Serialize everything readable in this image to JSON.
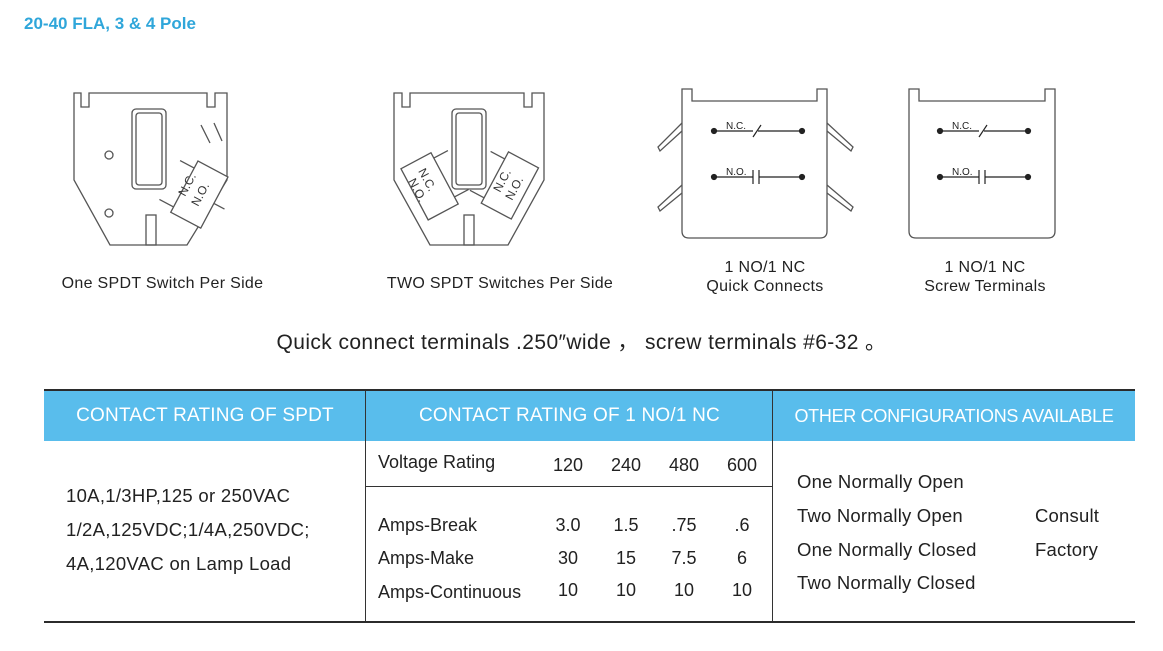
{
  "header": {
    "title": "20-40 FLA, 3 & 4 Pole"
  },
  "diagrams": [
    {
      "caption": "One SPDT Switch Per Side",
      "switch_labels": [
        "N.C.",
        "N.O."
      ]
    },
    {
      "caption": "TWO SPDT Switches Per Side",
      "switch_labels": [
        "N.C.",
        "N.O."
      ]
    },
    {
      "caption_lines": [
        "1 NO/1 NC",
        "Quick Connects"
      ],
      "contact_labels": [
        "N.C.",
        "N.O."
      ]
    },
    {
      "caption_lines": [
        "1 NO/1 NC",
        "Screw Terminals"
      ],
      "contact_labels": [
        "N.C.",
        "N.O."
      ]
    }
  ],
  "note": "Quick connect terminals .250″wide ， screw terminals #6-32 。",
  "table": {
    "headers": [
      "CONTACT RATING OF SPDT",
      "CONTACT RATING OF 1 NO/1 NC",
      "OTHER CONFIGURATIONS AVAILABLE"
    ],
    "spdt_lines": [
      "10A,1/3HP,125 or 250VAC",
      "1/2A,125VDC;1/4A,250VDC;",
      "4A,120VAC on Lamp Load"
    ],
    "nonc": {
      "voltage_label": "Voltage Rating",
      "voltages": [
        "120",
        "240",
        "480",
        "600"
      ],
      "rows": [
        {
          "label": "Amps-Break",
          "values": [
            "3.0",
            "1.5",
            ".75",
            ".6"
          ]
        },
        {
          "label": "Amps-Make",
          "values": [
            "30",
            "15",
            "7.5",
            "6"
          ]
        },
        {
          "label": "Amps-Continuous",
          "values": [
            "10",
            "10",
            "10",
            "10"
          ]
        }
      ]
    },
    "configurations": [
      "One Normally Open",
      "Two Normally Open",
      "One Normally Closed",
      "Two Normally Closed"
    ],
    "consult": [
      "Consult",
      "Factory"
    ]
  },
  "colors": {
    "heading": "#2fa6da",
    "table_header_bg": "#59bdec",
    "table_header_text": "#ffffff"
  }
}
